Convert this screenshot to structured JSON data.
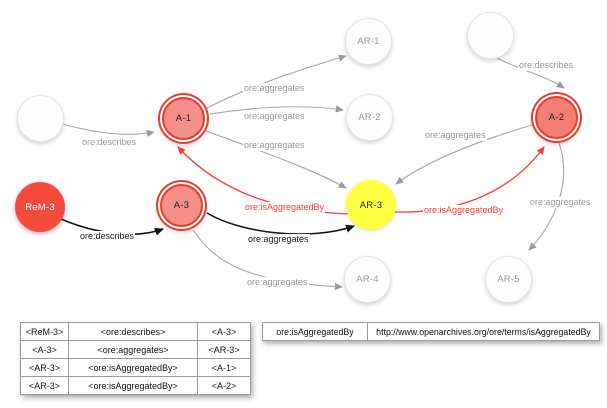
{
  "diagram": {
    "nodes": {
      "blank_left": {
        "label": ""
      },
      "a1": {
        "label": "A-1"
      },
      "ar1": {
        "label": "AR-1"
      },
      "blank_top_right": {
        "label": ""
      },
      "ar2": {
        "label": "AR-2"
      },
      "a2": {
        "label": "A-2"
      },
      "rem3": {
        "label": "ReM-3"
      },
      "a3": {
        "label": "A-3"
      },
      "ar3": {
        "label": "AR-3"
      },
      "ar4": {
        "label": "AR-4"
      },
      "ar5": {
        "label": "AR-5"
      }
    },
    "edge_labels": {
      "desc_blank_a1": "ore:describes",
      "agg_a1_ar1": "ore:aggregates",
      "agg_a1_ar2": "ore:aggregates",
      "agg_a1_ar3": "ore:aggregates",
      "agg_a2_ar3": "ore:aggregates",
      "desc_blank_a2": "ore:describes",
      "agg_a2_ar5": "ore:aggregates",
      "desc_rem3_a3": "ore:describes",
      "agg_a3_ar3": "ore:aggregates",
      "agg_a3_ar4": "ore:aggregates",
      "isagg_ar3_a1": "ore:isAggregatedBy",
      "isagg_ar3_a2": "ore:isAggregatedBy"
    }
  },
  "triples_table": {
    "rows": [
      [
        "<ReM-3>",
        "<ore:describes>",
        "<A-3>"
      ],
      [
        "<A-3>",
        "<ore:aggregates>",
        "<AR-3>"
      ],
      [
        "<AR-3>",
        "<ore:isAggregatedBy>",
        "<A-1>"
      ],
      [
        "<AR-3>",
        "<ore:isAggregatedBy>",
        "<A-2>"
      ]
    ]
  },
  "namespace_table": {
    "term": "ore:isAggregatedBy",
    "uri": "http://www.openarchives.org/ore/terms/isAggregatedBy"
  },
  "palette": {
    "node_red": "#f54b3d",
    "node_salmon": "#f49087",
    "node_salmon_dark": "#f57e72",
    "ring_red": "#e83a2e",
    "node_yellow": "#ffff42",
    "edge_gray": "#a6a6a6",
    "edge_black": "#111111",
    "edge_red": "#fb3c30",
    "label_gray": "#999999"
  }
}
